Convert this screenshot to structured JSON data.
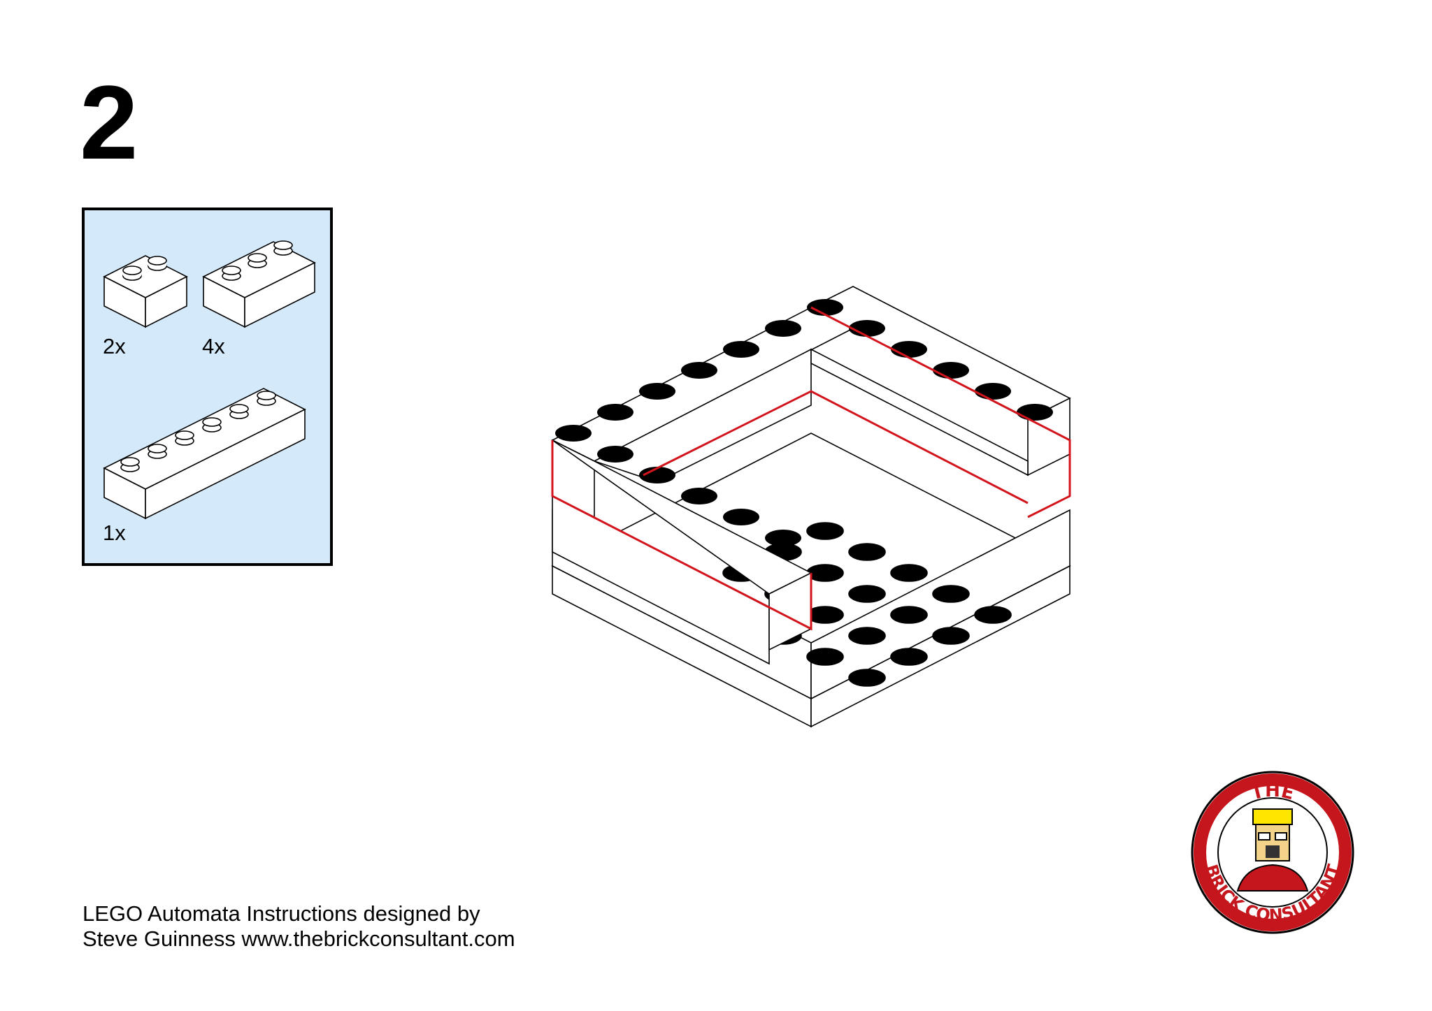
{
  "step": {
    "number": "2"
  },
  "parts": [
    {
      "name": "1x2 brick",
      "quantity": "2x"
    },
    {
      "name": "1x3 brick",
      "quantity": "4x"
    },
    {
      "name": "1x6 brick",
      "quantity": "1x"
    }
  ],
  "footer": {
    "line1": "LEGO Automata Instructions designed by",
    "line2": "Steve Guinness www.thebrickconsultant.com"
  },
  "logo": {
    "top_text": "THE",
    "bottom_text": "BRICK CONSULTANT",
    "ring_color": "#c4161c"
  },
  "colors": {
    "highlight": "#d4141c",
    "parts_bg": "#d4eafb"
  }
}
